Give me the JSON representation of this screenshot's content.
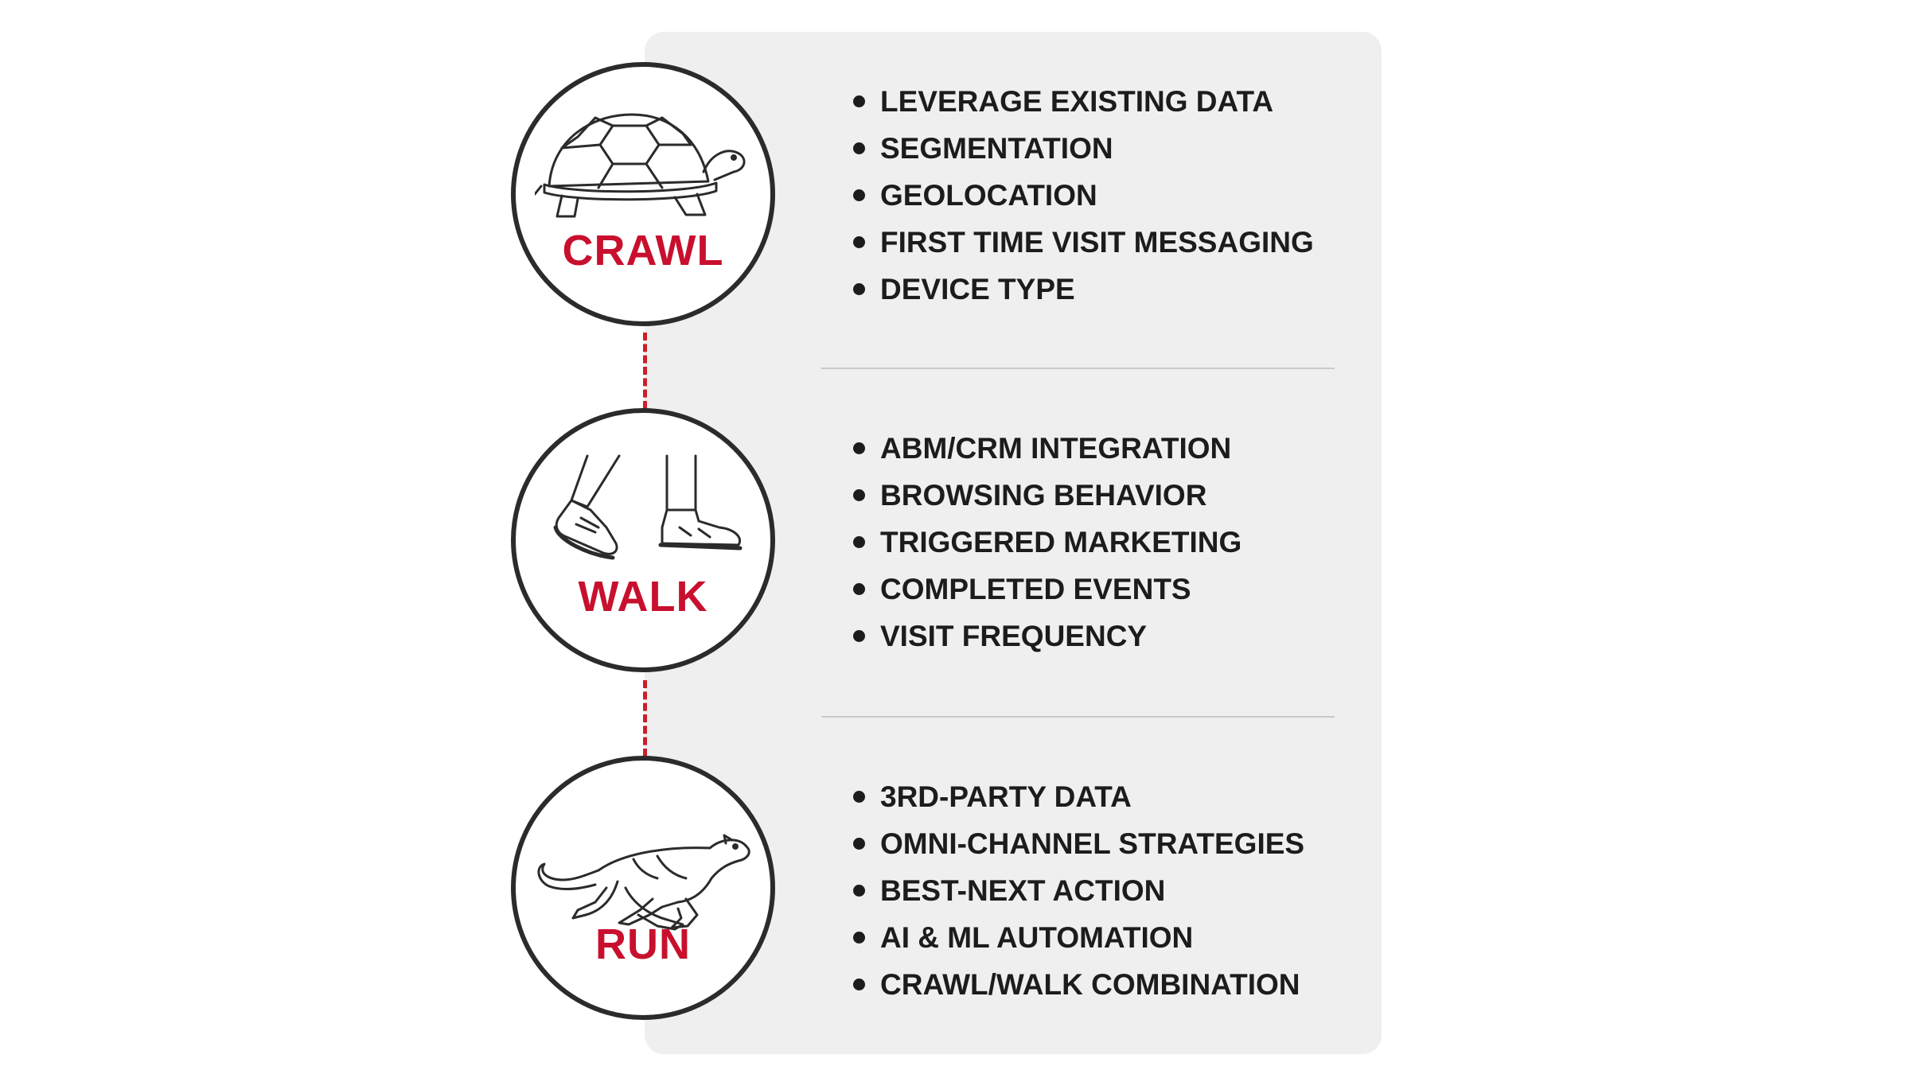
{
  "stages": [
    {
      "label": "CRAWL",
      "icon": "turtle-icon",
      "items": [
        "LEVERAGE EXISTING DATA",
        "SEGMENTATION",
        "GEOLOCATION",
        "FIRST TIME VISIT MESSAGING",
        "DEVICE TYPE"
      ]
    },
    {
      "label": "WALK",
      "icon": "walking-feet-icon",
      "items": [
        "ABM/CRM INTEGRATION",
        "BROWSING BEHAVIOR",
        "TRIGGERED MARKETING",
        "COMPLETED EVENTS",
        "VISIT FREQUENCY"
      ]
    },
    {
      "label": "RUN",
      "icon": "cheetah-icon",
      "items": [
        "3RD-PARTY DATA",
        "OMNI-CHANNEL STRATEGIES",
        "BEST-NEXT ACTION",
        "AI & ML AUTOMATION",
        "CRAWL/WALK COMBINATION"
      ]
    }
  ],
  "colors": {
    "accent": "#c8102e",
    "panel": "#efefef",
    "outline": "#2b2b2b"
  }
}
